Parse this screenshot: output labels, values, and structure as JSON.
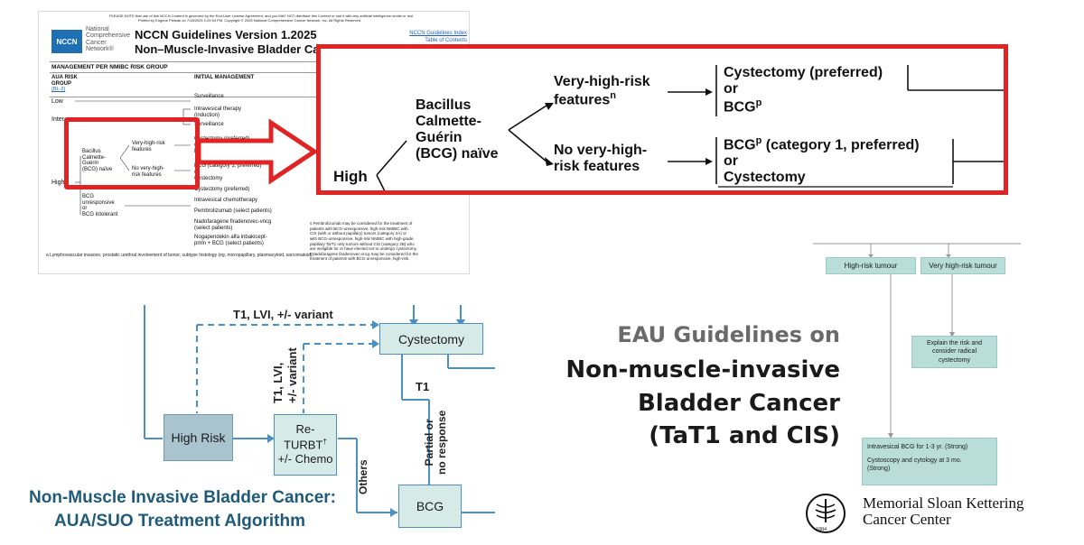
{
  "nccn": {
    "disclaimer_1": "PLEASE NOTE that use of this NCCN Content is governed by the End-User License Agreement, and you MAY NOT distribute this Content or use it with any artificial intelligence model or tool.",
    "disclaimer_2": "Printed by Eugene Pietzak on 7/18/2025 2:29:54 PM. Copyright © 2025 National Comprehensive Cancer Network, Inc. All Rights Reserved.",
    "logo_text": "NCCN",
    "org_name": [
      "National",
      "Comprehensive",
      "Cancer",
      "Network®"
    ],
    "title_line1": "NCCN Guidelines Version 1.2025",
    "title_line2": "Non–Muscle-Invasive Bladder Cancer",
    "link_index": "NCCN Guidelines Index",
    "link_toc": "Table of Contents",
    "section_header": "MANAGEMENT PER NMIBC RISK GROUP",
    "col_risk": "AUA RISK GROUP",
    "col_risk_ref": "(BL-2)",
    "col_initial": "INITIAL MANAGEMENT",
    "rows": {
      "low": "Low",
      "intermediate": "Inter",
      "high": "High"
    },
    "items": {
      "surveillance1": "Surveillance",
      "intravesical": "Intravesical therapy",
      "induction": "(induction)",
      "surveillance2": "Surveillance",
      "bcg_naive": [
        "Bacillus",
        "Calmette-",
        "Guérin",
        "(BCG) naïve"
      ],
      "vhr": [
        "Very-high-risk",
        "features"
      ],
      "no_vhr": [
        "No very-high-",
        "risk features"
      ],
      "cyst_pref": "Cystectomy (preferred)",
      "or1": "or",
      "bcg1": "BCG",
      "bcg_cat1": "BCG (category 1, preferred)",
      "or2": "or",
      "cystectomy": "Cystectomy",
      "cyst_pref2": "Cystectomy (preferred)",
      "intra_chemo": "Intravesical chemotherapy",
      "pembro": "Pembrolizumab (select patients)",
      "nado": "Nadofaragene firadenovec-vncg",
      "select": "(select patients)",
      "noga": "Nogapendekin alfa inbakicept-",
      "noga2": "pmln + BCG (select patients)",
      "bcg_unresp": [
        "BCG",
        "unresponsive",
        "or",
        "BCG intolerant"
      ]
    },
    "footnote_a": "a Lymphovascular invasion, prostatic urethral involvement of tumor, subtype histology (eg, micropapillary, plasmacytoid, sarcomatoid).",
    "footnote_p": [
      "s Pembrolizumab may be considered for the treatment of",
      "patients with BCG-unresponsive, high-risk NMIBC with",
      "CIS (with or without papillary) tumors (category 2A) or",
      "with BCG-unresponsive, high-risk NMIBC with high-grade",
      "papillary Ta/T1 only tumors without CIS (category 2B) who",
      "are ineligible for or have elected not to undergo cystectomy.",
      "t Nadofaragene firadenovec-vncg may be considered for the",
      "treatment of patients with BCG-unresponsive, high-risk,"
    ]
  },
  "zoom": {
    "high": "High",
    "bcg_naive": [
      "Bacillus",
      "Calmette-",
      "Guérin",
      "(BCG) naïve"
    ],
    "vhr_line1": "Very-high-risk",
    "vhr_line2": "features",
    "vhr_sup": "n",
    "no_vhr_line1": "No very-high-",
    "no_vhr_line2": "risk features",
    "opt1_line1": "Cystectomy (preferred)",
    "opt1_line2": "or",
    "opt1_line3": "BCG",
    "opt1_sup": "p",
    "opt2_line1a": "BCG",
    "opt2_sup": "p",
    "opt2_line1b": " (category 1, preferred)",
    "opt2_line2": "or",
    "opt2_line3": "Cystectomy"
  },
  "aua": {
    "t1_label": "T1, LVI, +/- variant",
    "t1_vertical": [
      "T1, LVI,",
      "+/- variant"
    ],
    "cystectomy": "Cystectomy",
    "t1": "T1",
    "high_risk": "High Risk",
    "returbt": [
      "Re-",
      "TURBT",
      "+/- Chemo"
    ],
    "returbt_sup": "†",
    "partial": [
      "Partial",
      "or",
      "no response"
    ],
    "others": "Others",
    "bcg": "BCG",
    "caption_line1": "Non-Muscle Invasive Bladder Cancer:",
    "caption_line2": "AUA/SUO Treatment Algorithm"
  },
  "eau": {
    "title_line1": "EAU Guidelines on",
    "title_line2": "Non-muscle-invasive",
    "title_line3": "Bladder Cancer",
    "title_line4": "(TaT1 and CIS)",
    "box_high": "High-risk tumour",
    "box_vhigh": "Very high-risk tumour",
    "box_explain": [
      "Explain the risk and",
      "consider radical",
      "cystectomy"
    ],
    "box_bcg_1": "Intravesical BCG for 1-3 yr. (Strong)",
    "box_bcg_2": [
      "Cystoscopy and cytology at 3 mo.",
      "(Strong)"
    ]
  },
  "msk": {
    "line1": "Memorial Sloan Kettering",
    "line2": "Cancer Center",
    "year": "1884"
  },
  "colors": {
    "highlight_red": "#e02424",
    "aua_blue": "#4a90c4",
    "aua_teal_box": "#d6ebe8",
    "aua_high_box": "#a9c3cf",
    "aua_caption": "#1f5a7a",
    "eau_box_fill": "#b9ddd9",
    "eau_line": "#9a9a9a",
    "nccn_link": "#1f5fbf"
  }
}
